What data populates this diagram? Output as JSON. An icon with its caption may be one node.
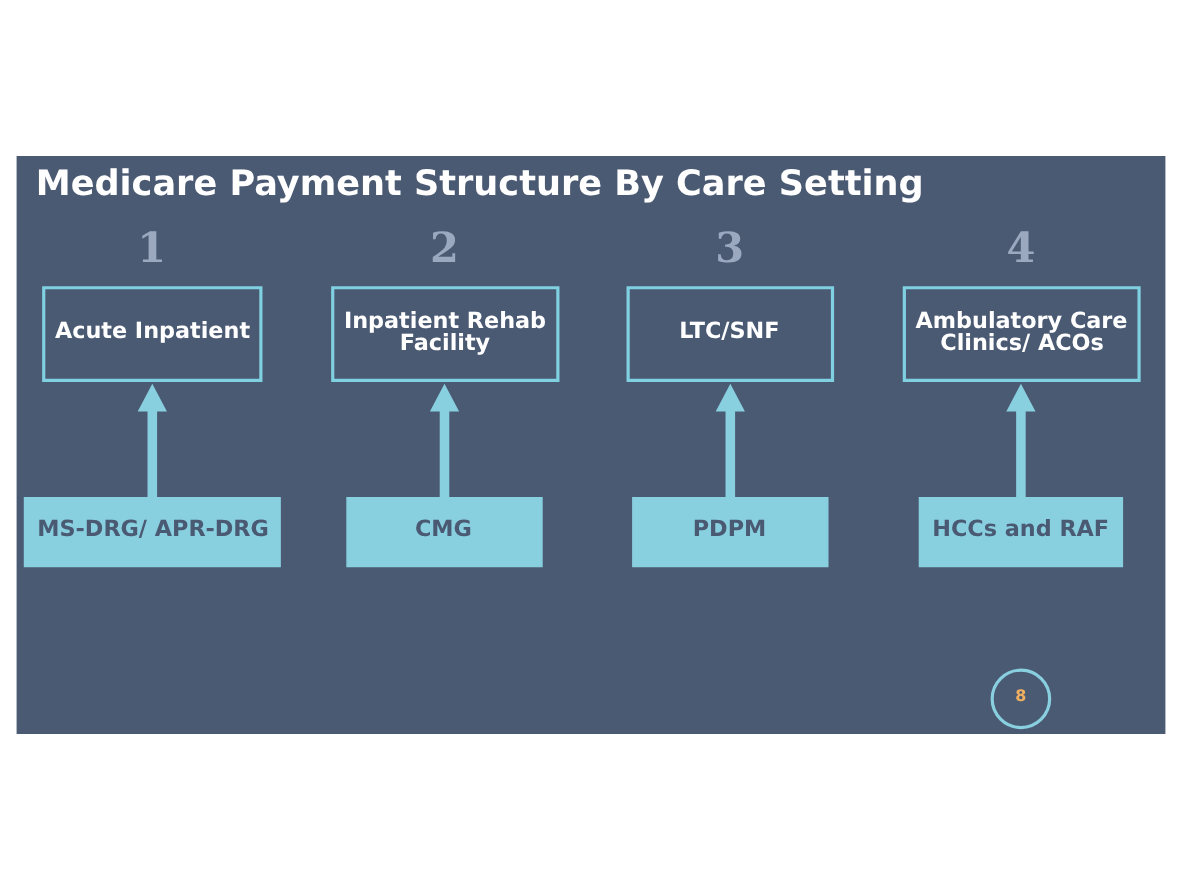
{
  "diagram": {
    "title": "Medicare Payment Structure By Care Setting",
    "nodes": [
      {
        "text": [
          "1",
          "Acute Inpatient"
        ]
      },
      {
        "text": [
          "2",
          "Inpatient Rehab Facility"
        ]
      },
      {
        "text": [
          "3",
          "LTC/SNF"
        ]
      },
      {
        "text": [
          "4",
          "Ambulatory Care Clinics/ ACOs"
        ]
      },
      {
        "text": [
          "MS-DRG/ APR-DRG"
        ]
      },
      {
        "text": [
          "CMG"
        ]
      },
      {
        "text": [
          "PDPM"
        ]
      },
      {
        "text": [
          "HCCs and RAF"
        ]
      },
      {
        "text": [
          "8"
        ]
      }
    ],
    "edges": [
      {
        "from": 4,
        "to": 0,
        "arrow": "to"
      },
      {
        "from": 5,
        "to": 1,
        "arrow": "to"
      },
      {
        "from": 6,
        "to": 2,
        "arrow": "to"
      },
      {
        "from": 7,
        "to": 3,
        "arrow": "to"
      }
    ]
  }
}
